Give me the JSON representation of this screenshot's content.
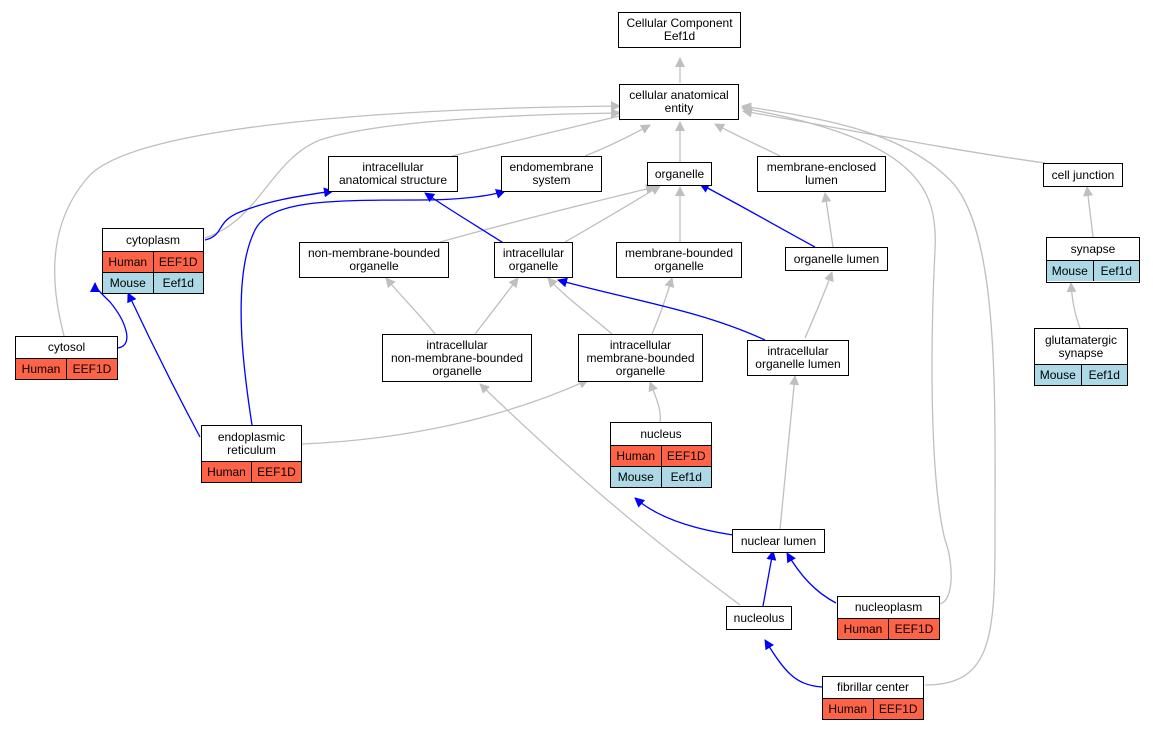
{
  "colors": {
    "is_a_edge": "#bfbfbf",
    "part_of_edge": "#0000ff",
    "human": "#ff6347",
    "mouse": "#add8e6"
  },
  "nodes": {
    "root": {
      "line1": "Cellular Component",
      "line2": "Eef1d"
    },
    "cae": {
      "line1": "cellular anatomical",
      "line2": "entity"
    },
    "ias": {
      "line1": "intracellular",
      "line2": "anatomical structure"
    },
    "endo": {
      "line1": "endomembrane",
      "line2": "system"
    },
    "organelle": {
      "line1": "organelle"
    },
    "mel": {
      "line1": "membrane-enclosed",
      "line2": "lumen"
    },
    "cj": {
      "line1": "cell junction"
    },
    "cytoplasm": {
      "line1": "cytoplasm",
      "annotations": [
        {
          "species": "Human",
          "gene": "EEF1D"
        },
        {
          "species": "Mouse",
          "gene": "Eef1d"
        }
      ]
    },
    "nmbo": {
      "line1": "non-membrane-bounded",
      "line2": "organelle"
    },
    "io": {
      "line1": "intracellular",
      "line2": "organelle"
    },
    "mbo": {
      "line1": "membrane-bounded",
      "line2": "organelle"
    },
    "ol": {
      "line1": "organelle lumen"
    },
    "synapse": {
      "line1": "synapse",
      "annotations": [
        {
          "species": "Mouse",
          "gene": "Eef1d"
        }
      ]
    },
    "cytosol": {
      "line1": "cytosol",
      "annotations": [
        {
          "species": "Human",
          "gene": "EEF1D"
        }
      ]
    },
    "inmbo": {
      "line1": "intracellular",
      "line2": "non-membrane-bounded",
      "line3": "organelle"
    },
    "imbo": {
      "line1": "intracellular",
      "line2": "membrane-bounded",
      "line3": "organelle"
    },
    "iol": {
      "line1": "intracellular",
      "line2": "organelle lumen"
    },
    "glut": {
      "line1": "glutamatergic",
      "line2": "synapse",
      "annotations": [
        {
          "species": "Mouse",
          "gene": "Eef1d"
        }
      ]
    },
    "er": {
      "line1": "endoplasmic",
      "line2": "reticulum",
      "annotations": [
        {
          "species": "Human",
          "gene": "EEF1D"
        }
      ]
    },
    "nucleus": {
      "line1": "nucleus",
      "annotations": [
        {
          "species": "Human",
          "gene": "EEF1D"
        },
        {
          "species": "Mouse",
          "gene": "Eef1d"
        }
      ]
    },
    "nl": {
      "line1": "nuclear lumen"
    },
    "nucleolus": {
      "line1": "nucleolus"
    },
    "np": {
      "line1": "nucleoplasm",
      "annotations": [
        {
          "species": "Human",
          "gene": "EEF1D"
        }
      ]
    },
    "fc": {
      "line1": "fibrillar center",
      "annotations": [
        {
          "species": "Human",
          "gene": "EEF1D"
        }
      ]
    }
  }
}
